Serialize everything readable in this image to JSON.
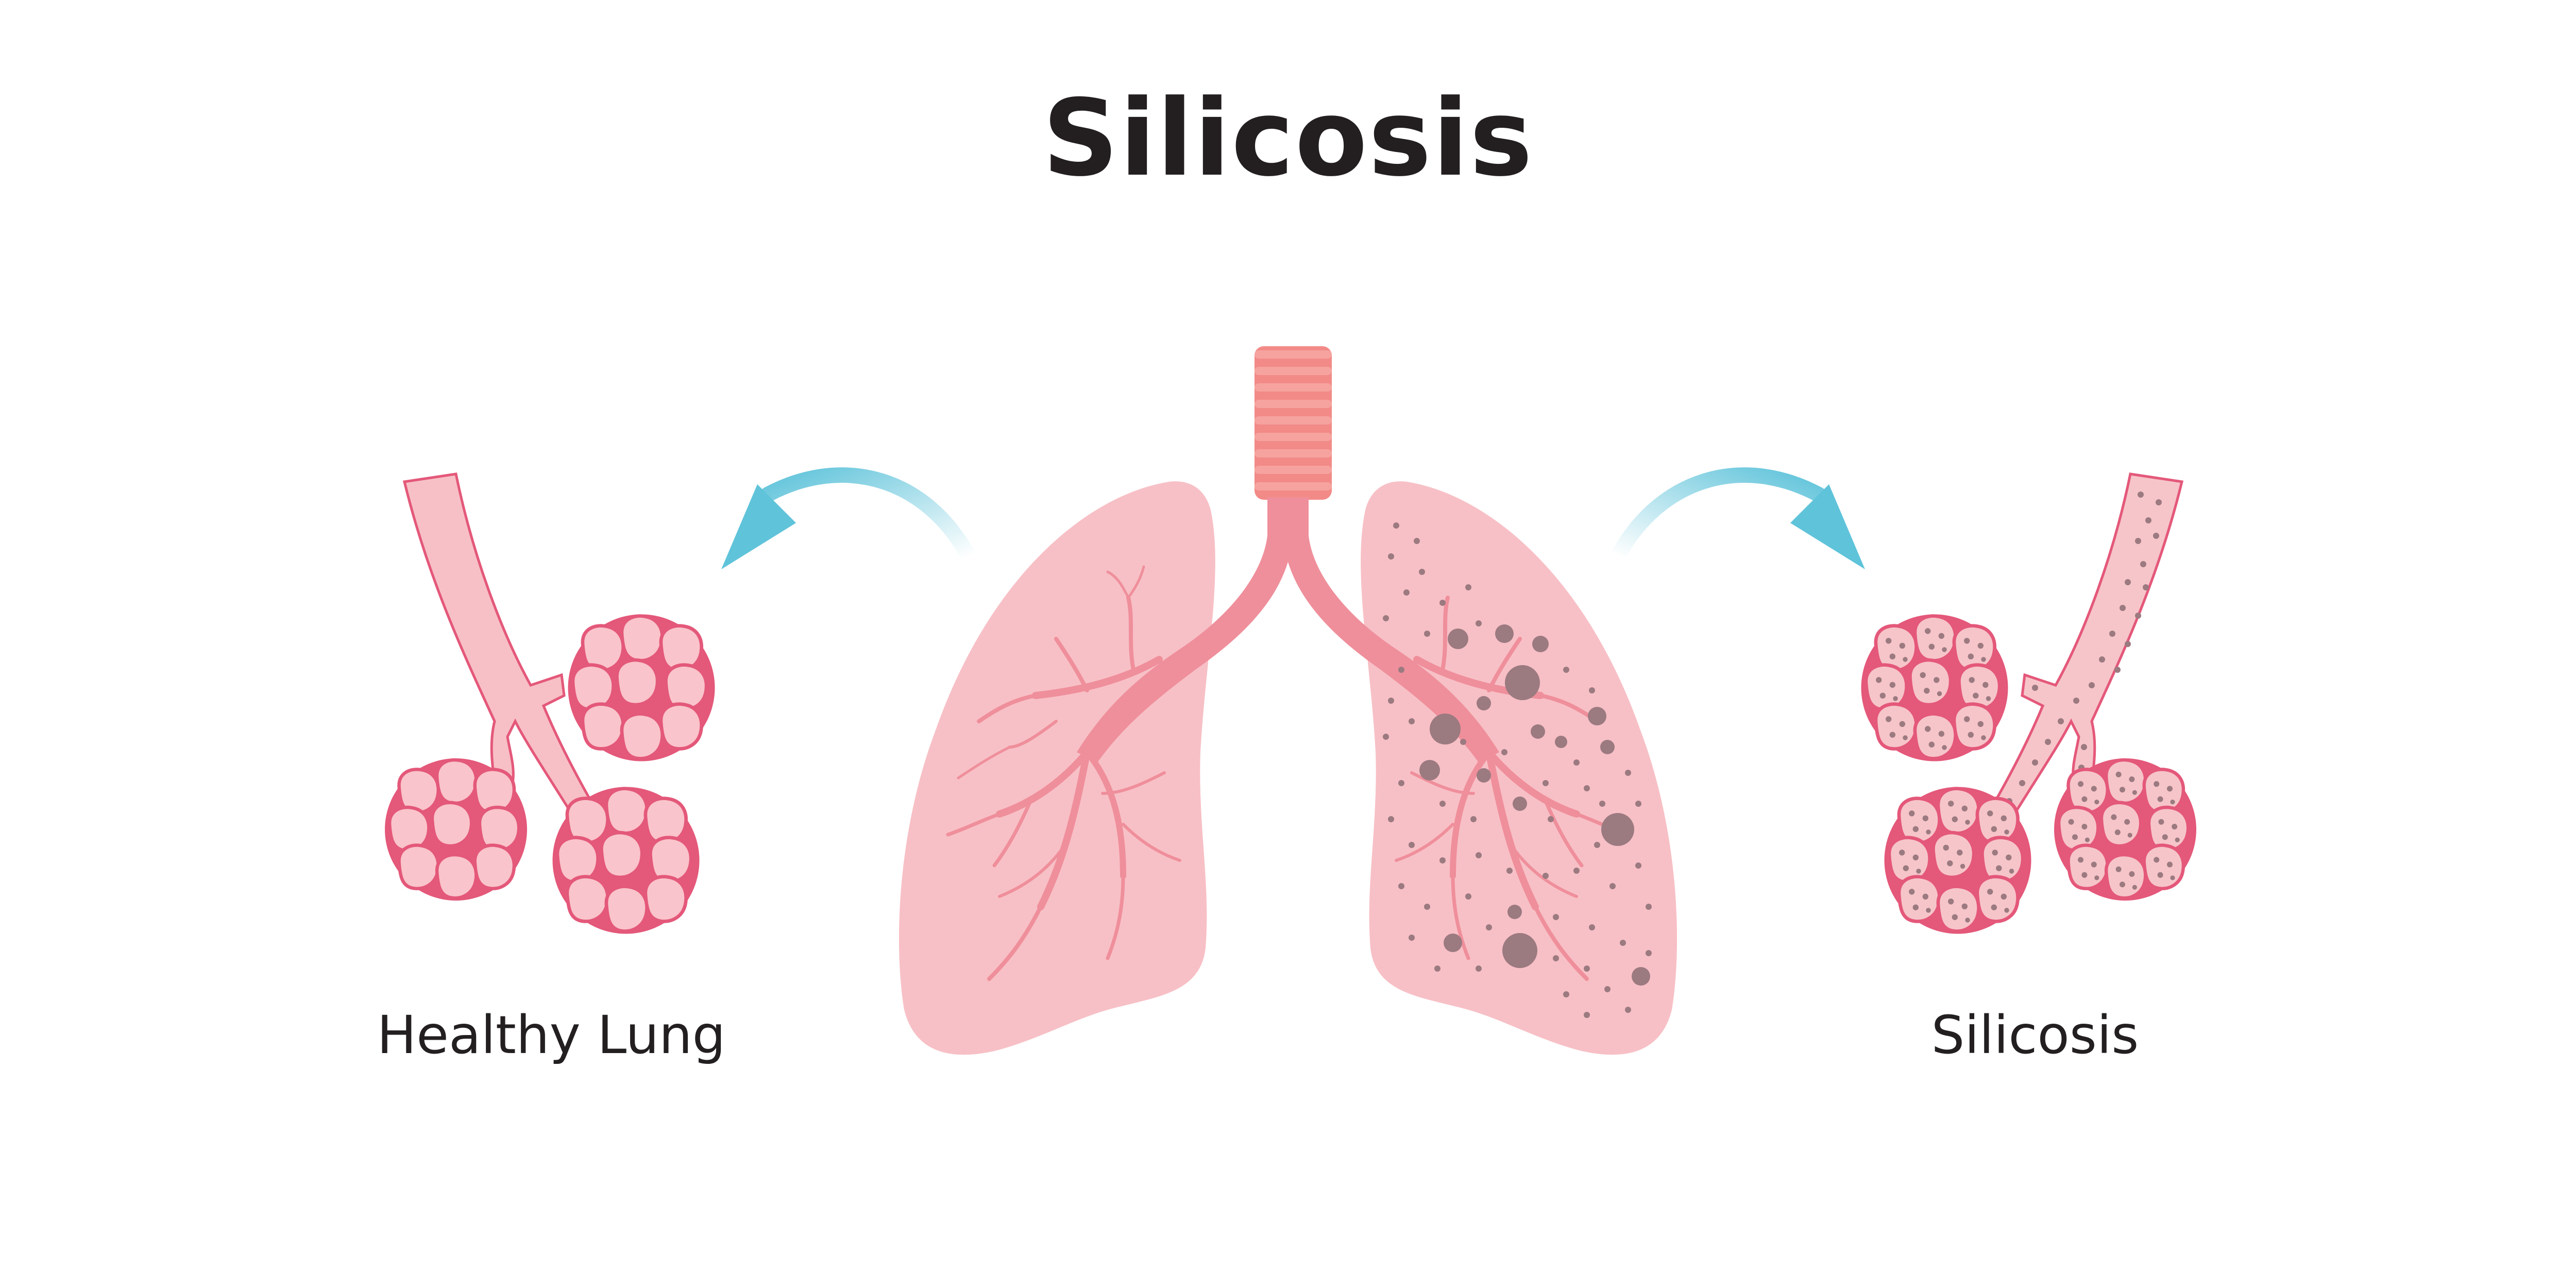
{
  "title": "Silicosis",
  "captions": {
    "healthy": "Healthy Lung",
    "disease": "Silicosis"
  },
  "colors": {
    "lung_fill": "#f7c0c6",
    "airway": "#ef8f9b",
    "airway_dark": "#e46d7e",
    "trachea": "#f28a87",
    "trachea_ring": "#f6a39f",
    "alveoli_fill": "#f9c4cb",
    "alveoli_stroke": "#e4587a",
    "particle": "#9b7a80",
    "arrow": "#5fc3da"
  },
  "icons": [
    "arrow-curved-left-icon",
    "arrow-curved-right-icon"
  ]
}
